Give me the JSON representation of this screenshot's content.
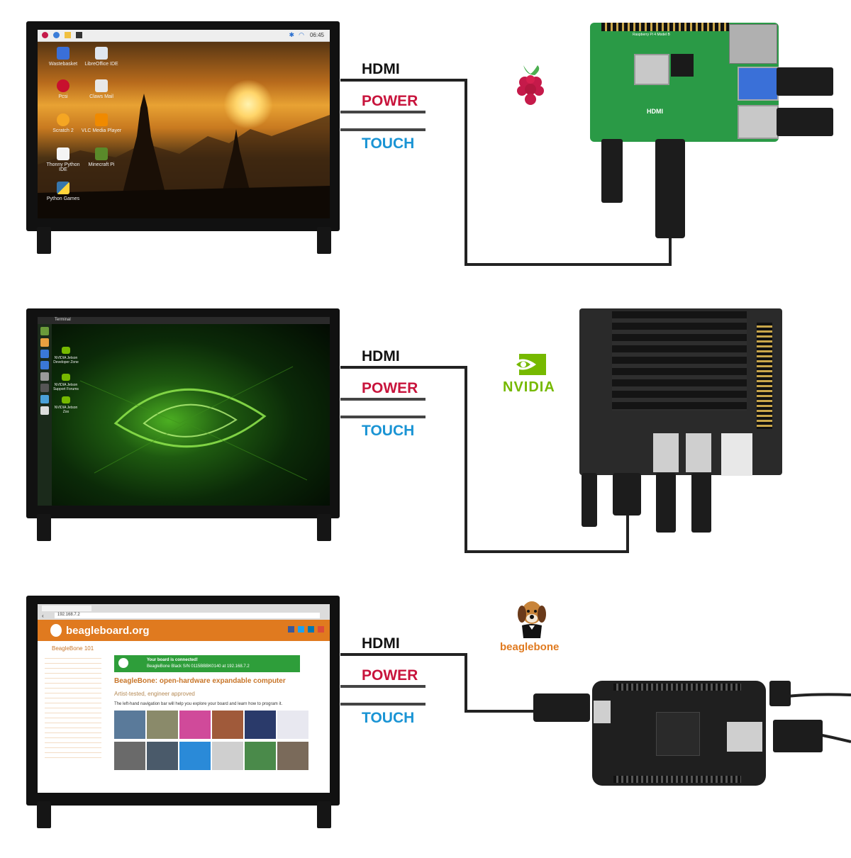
{
  "labels": {
    "hdmi": "HDMI",
    "power": "POWER",
    "touch": "TOUCH"
  },
  "screen1": {
    "clock": "06:45",
    "icons": [
      "Wastebasket",
      "LibreOffice IDE",
      "Pcsi",
      "Claws Mail",
      "Scratch 2",
      "VLC Media Player",
      "Thonny Python IDE",
      "Minecraft Pi",
      "Python Games"
    ]
  },
  "screen2": {
    "title": "Terminal",
    "icons": [
      "NVIDIA Jetson Developer Zone",
      "NVIDIA Jetson Support Forums",
      "NVIDIA Jetson Zoo"
    ]
  },
  "screen3": {
    "url": "192.168.7.2",
    "logo": "beagleboard.org",
    "sidebar_title": "BeagleBone 101",
    "banner_line1": "Your board is connected!",
    "banner_line2": "BeagleBone Black S/N 0115BBBK0140 at 192.168.7.2",
    "headline": "BeagleBone: open-hardware expandable computer",
    "subhead": "Artist-tested, engineer approved",
    "body": "The left-hand navigation bar will help you explore your board and learn how to program it."
  },
  "brands": {
    "nvidia": "NVIDIA",
    "beaglebone": "beaglebone"
  },
  "boards": {
    "rpi_silk": "Raspberry Pi 4 Model B",
    "rpi_hdmi": "HDMI"
  },
  "colors": {
    "power": "#c8143c",
    "touch": "#1a94d4",
    "hdmi": "#111111",
    "rpi_green": "#2a9a46",
    "nvidia_green": "#76b900",
    "beagle_orange": "#e07a1f"
  }
}
